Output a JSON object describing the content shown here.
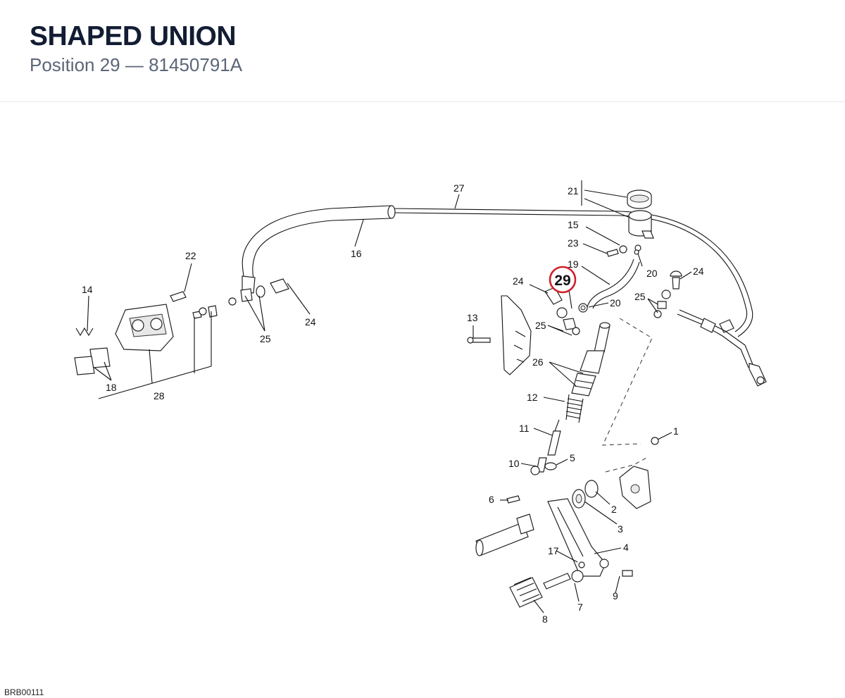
{
  "header": {
    "title": "SHAPED UNION",
    "subtitle": "Position 29 — 81450791A"
  },
  "diagram_code": "BRB00111",
  "highlight": {
    "label": "29",
    "color": "#d0202a"
  },
  "callouts": {
    "c1": "1",
    "c2": "2",
    "c3": "3",
    "c4": "4",
    "c5": "5",
    "c6": "6",
    "c7": "7",
    "c8": "8",
    "c9": "9",
    "c10": "10",
    "c11": "11",
    "c12": "12",
    "c13": "13",
    "c14": "14",
    "c15": "15",
    "c16": "16",
    "c17": "17",
    "c18": "18",
    "c19": "19",
    "c20a": "20",
    "c20b": "20",
    "c21": "21",
    "c22": "22",
    "c23": "23",
    "c24a": "24",
    "c24b": "24",
    "c24c": "24",
    "c25a": "25",
    "c25b": "25",
    "c25c": "25",
    "c26": "26",
    "c27": "27",
    "c28": "28"
  }
}
